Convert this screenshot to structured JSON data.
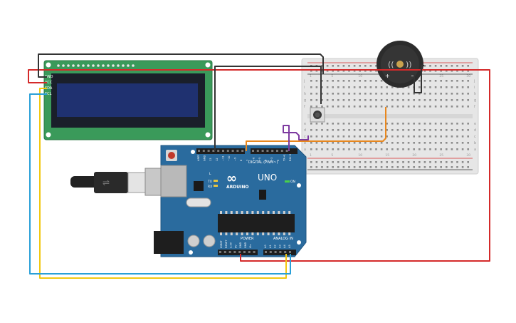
{
  "lcd": {
    "pins": [
      "GND",
      "VCC",
      "SDA",
      "SCL"
    ]
  },
  "arduino": {
    "logo_text": "ARDUINO",
    "model": "UNO",
    "digital_label": "DIGITAL (PWM~)",
    "power_label": "POWER",
    "analog_label": "ANALOG IN",
    "on_label": "ON",
    "tx_label": "TX",
    "rx_label": "RX",
    "l_label": "L",
    "top_pins": [
      "AREF",
      "GND",
      "13",
      "12",
      "~11",
      "~10",
      "~9",
      "8",
      "7",
      "~6",
      "~5",
      "4",
      "~3",
      "2",
      "TX→1",
      "RX←0"
    ],
    "power_pins": [
      "IOREF",
      "RESET",
      "3.3V",
      "5V",
      "GND",
      "GND",
      "Vin"
    ],
    "analog_pins": [
      "A0",
      "A1",
      "A2",
      "A3",
      "A4",
      "A5"
    ]
  },
  "breadboard": {
    "row_letters_top": [
      "j",
      "i",
      "h",
      "g",
      "f"
    ],
    "row_letters_bottom": [
      "e",
      "d",
      "c",
      "b",
      "a"
    ],
    "column_numbers": [
      "1",
      "5",
      "10",
      "15",
      "20",
      "25",
      "30"
    ]
  },
  "buzzer": {
    "plus_label": "+",
    "minus_label": "−"
  },
  "colors": {
    "wire_red": "#d42a2a",
    "wire_black": "#333333",
    "wire_yellow": "#f2c811",
    "wire_blue": "#2aa0d8",
    "wire_orange": "#e8871e",
    "wire_purple": "#7d3aa0",
    "board_blue": "#2a6b9e",
    "lcd_green": "#3a9a5a"
  }
}
